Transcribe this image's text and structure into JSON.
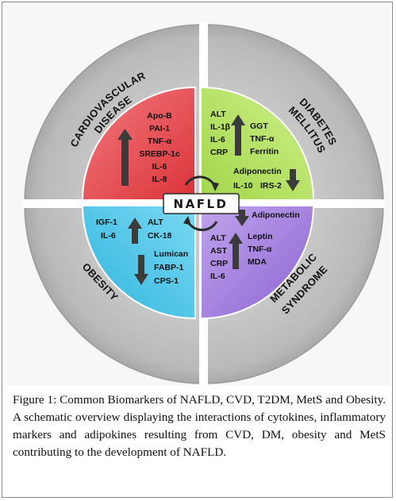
{
  "center_label": "NAFLD",
  "ring_labels": {
    "cvd_line1": "CARDIOVASCULAR",
    "cvd_line2": "DISEASE",
    "dm_line1": "DIABETES",
    "dm_line2": "MELLITUS",
    "obesity": "OBESITY",
    "mets_line1": "METABOLIC",
    "mets_line2": "SYNDROME"
  },
  "quadrants": {
    "cvd": {
      "color": "#e8474c",
      "up": [
        "Apo-B",
        "PAI-1",
        "TNF-α",
        "SREBP-1c",
        "IL-6",
        "IL-8"
      ]
    },
    "dm": {
      "color": "#b6e35c",
      "up_left": [
        "ALT",
        "IL-1β",
        "IL-6",
        "CRP"
      ],
      "up_right": [
        "GGT",
        "TNF-α",
        "Ferritin"
      ],
      "adipo": "Adiponectin",
      "down_left": "IL-10",
      "down_right": "IRS-2"
    },
    "obesity": {
      "color": "#43c4e8",
      "up_left": [
        "IGF-1",
        "IL-6"
      ],
      "up_right": [
        "ALT",
        "CK-18"
      ],
      "down": [
        "Lumican",
        "FABP-1",
        "CPS-1"
      ]
    },
    "mets": {
      "color": "#a07cdc",
      "down": "Adiponectin",
      "left": [
        "ALT",
        "AST",
        "CRP",
        "IL-6"
      ],
      "up": [
        "Leptin",
        "TNF-α",
        "MDA"
      ]
    }
  },
  "caption": "Figure 1: Common Biomarkers of NAFLD, CVD, T2DM, MetS and Obesity. A schematic overview displaying the interactions of cytokines, inflammatory markers and adipokines resulting from CVD, DM, obesity and MetS contributing to the development of NAFLD."
}
